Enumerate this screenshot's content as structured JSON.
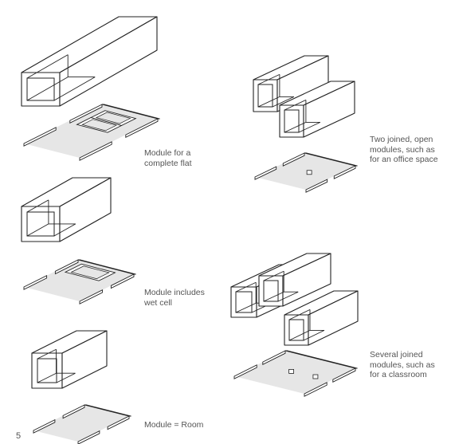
{
  "captions": {
    "complete_flat": [
      "Module for a",
      "complete flat"
    ],
    "wet_cell": [
      "Module includes",
      "wet cell"
    ],
    "room": [
      "Module = Room"
    ],
    "office": [
      "Two joined, open",
      "modules, such as",
      "for an office space"
    ],
    "classroom": [
      "Several joined",
      "modules, such as",
      "for a classroom"
    ]
  },
  "page_number": "5",
  "colors": {
    "line": "#222222",
    "floor_fill": "#e6e6e6",
    "text": "#555555"
  }
}
